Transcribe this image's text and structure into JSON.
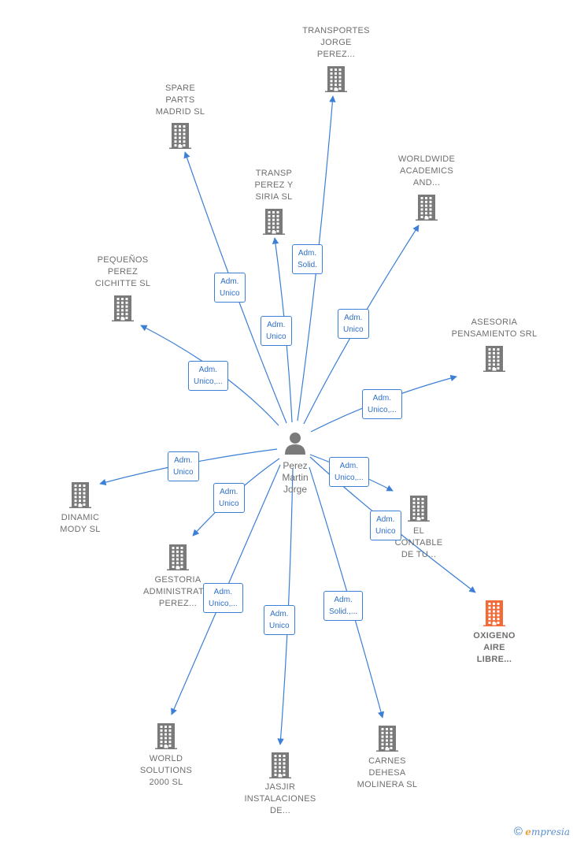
{
  "center": {
    "name": [
      "Perez",
      "Martin",
      "Jorge"
    ]
  },
  "colors": {
    "edge": "#3b7fd6",
    "building": "#7a7a7a",
    "highlight": "#f26a38"
  },
  "nodes": [
    {
      "id": "transportes",
      "label": [
        "TRANSPORTES",
        "JORGE",
        "PEREZ..."
      ]
    },
    {
      "id": "spare",
      "label": [
        "SPARE",
        "PARTS",
        "MADRID  SL"
      ]
    },
    {
      "id": "transp",
      "label": [
        "TRANSP",
        "PEREZ Y",
        "SIRIA  SL"
      ]
    },
    {
      "id": "worldwide",
      "label": [
        "WORLDWIDE",
        "ACADEMICS",
        "AND..."
      ]
    },
    {
      "id": "pequenos",
      "label": [
        "PEQUEÑOS",
        "PEREZ",
        "CICHITTE  SL"
      ]
    },
    {
      "id": "asesoria",
      "label": [
        "ASESORIA",
        "PENSAMIENTO SRL"
      ]
    },
    {
      "id": "dinamic",
      "label": [
        "DINAMIC",
        "MODY  SL"
      ]
    },
    {
      "id": "gestoria",
      "label": [
        "GESTORIA",
        "ADMINISTRATIV",
        "PEREZ..."
      ]
    },
    {
      "id": "contable",
      "label": [
        "EL",
        "CONTABLE",
        "DE TU..."
      ]
    },
    {
      "id": "oxigeno",
      "label": [
        "OXIGENO",
        "AIRE",
        "LIBRE..."
      ],
      "highlight": true
    },
    {
      "id": "world",
      "label": [
        "WORLD",
        "SOLUTIONS",
        "2000  SL"
      ]
    },
    {
      "id": "jasjir",
      "label": [
        "JASJIR",
        "INSTALACIONES",
        "DE..."
      ]
    },
    {
      "id": "carnes",
      "label": [
        "CARNES",
        "DEHESA",
        "MOLINERA  SL"
      ]
    }
  ],
  "edges": [
    {
      "to": "transportes",
      "label": [
        "Adm.",
        "Solid."
      ]
    },
    {
      "to": "spare",
      "label": [
        "Adm.",
        "Unico"
      ]
    },
    {
      "to": "transp",
      "label": [
        "Adm.",
        "Unico"
      ]
    },
    {
      "to": "worldwide",
      "label": [
        "Adm.",
        "Unico"
      ]
    },
    {
      "to": "pequenos",
      "label": [
        "Adm.",
        "Unico,..."
      ]
    },
    {
      "to": "asesoria",
      "label": [
        "Adm.",
        "Unico,..."
      ]
    },
    {
      "to": "dinamic",
      "label": [
        "Adm.",
        "Unico"
      ]
    },
    {
      "to": "gestoria",
      "label": [
        "Adm.",
        "Unico"
      ]
    },
    {
      "to": "contable",
      "label": [
        "Adm.",
        "Unico,..."
      ]
    },
    {
      "to": "oxigeno",
      "label": [
        "Adm.",
        "Unico"
      ]
    },
    {
      "to": "world",
      "label": [
        "Adm.",
        "Unico,..."
      ]
    },
    {
      "to": "jasjir",
      "label": [
        "Adm.",
        "Unico"
      ]
    },
    {
      "to": "carnes",
      "label": [
        "Adm.",
        "Solid.,..."
      ]
    }
  ],
  "footer": {
    "copyright": "©",
    "brand_initial": "e",
    "brand_rest": "mpresia"
  }
}
